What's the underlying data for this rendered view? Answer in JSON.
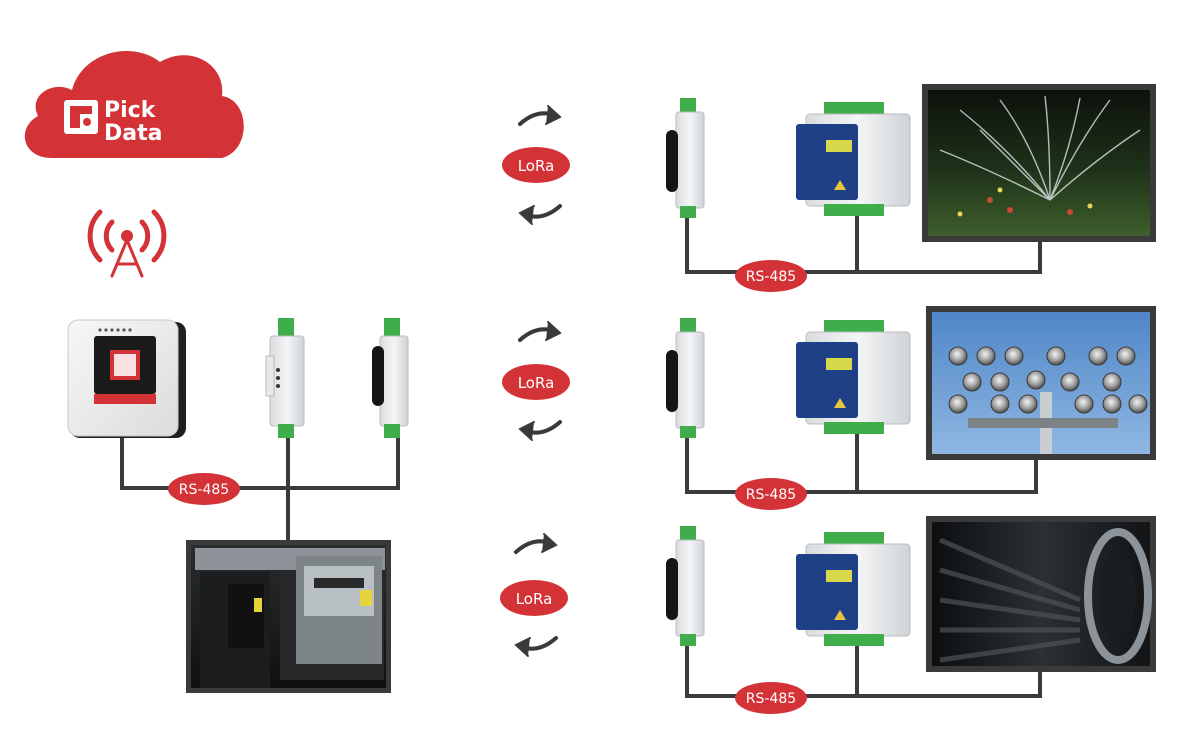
{
  "logo": {
    "line1": "Pick",
    "line2": "Data",
    "color": "#d33337"
  },
  "labels": {
    "rs485": "RS-485",
    "lora": "LoRa"
  },
  "colors": {
    "accent_red": "#d33337",
    "wire": "#3b3b3b",
    "frame": "#3a3a3a",
    "arrow": "#3a3a3a"
  },
  "icons": {
    "cloud": "cloud-logo",
    "antenna": "radio-tower-icon",
    "arrows": "sync-arrow-icon"
  },
  "photos": {
    "meter": "electricity-meters-photo",
    "irrigation": "garden-sprinkler-photo",
    "floodlights": "stadium-floodlights-photo",
    "turbine": "turbine-blades-photo"
  }
}
